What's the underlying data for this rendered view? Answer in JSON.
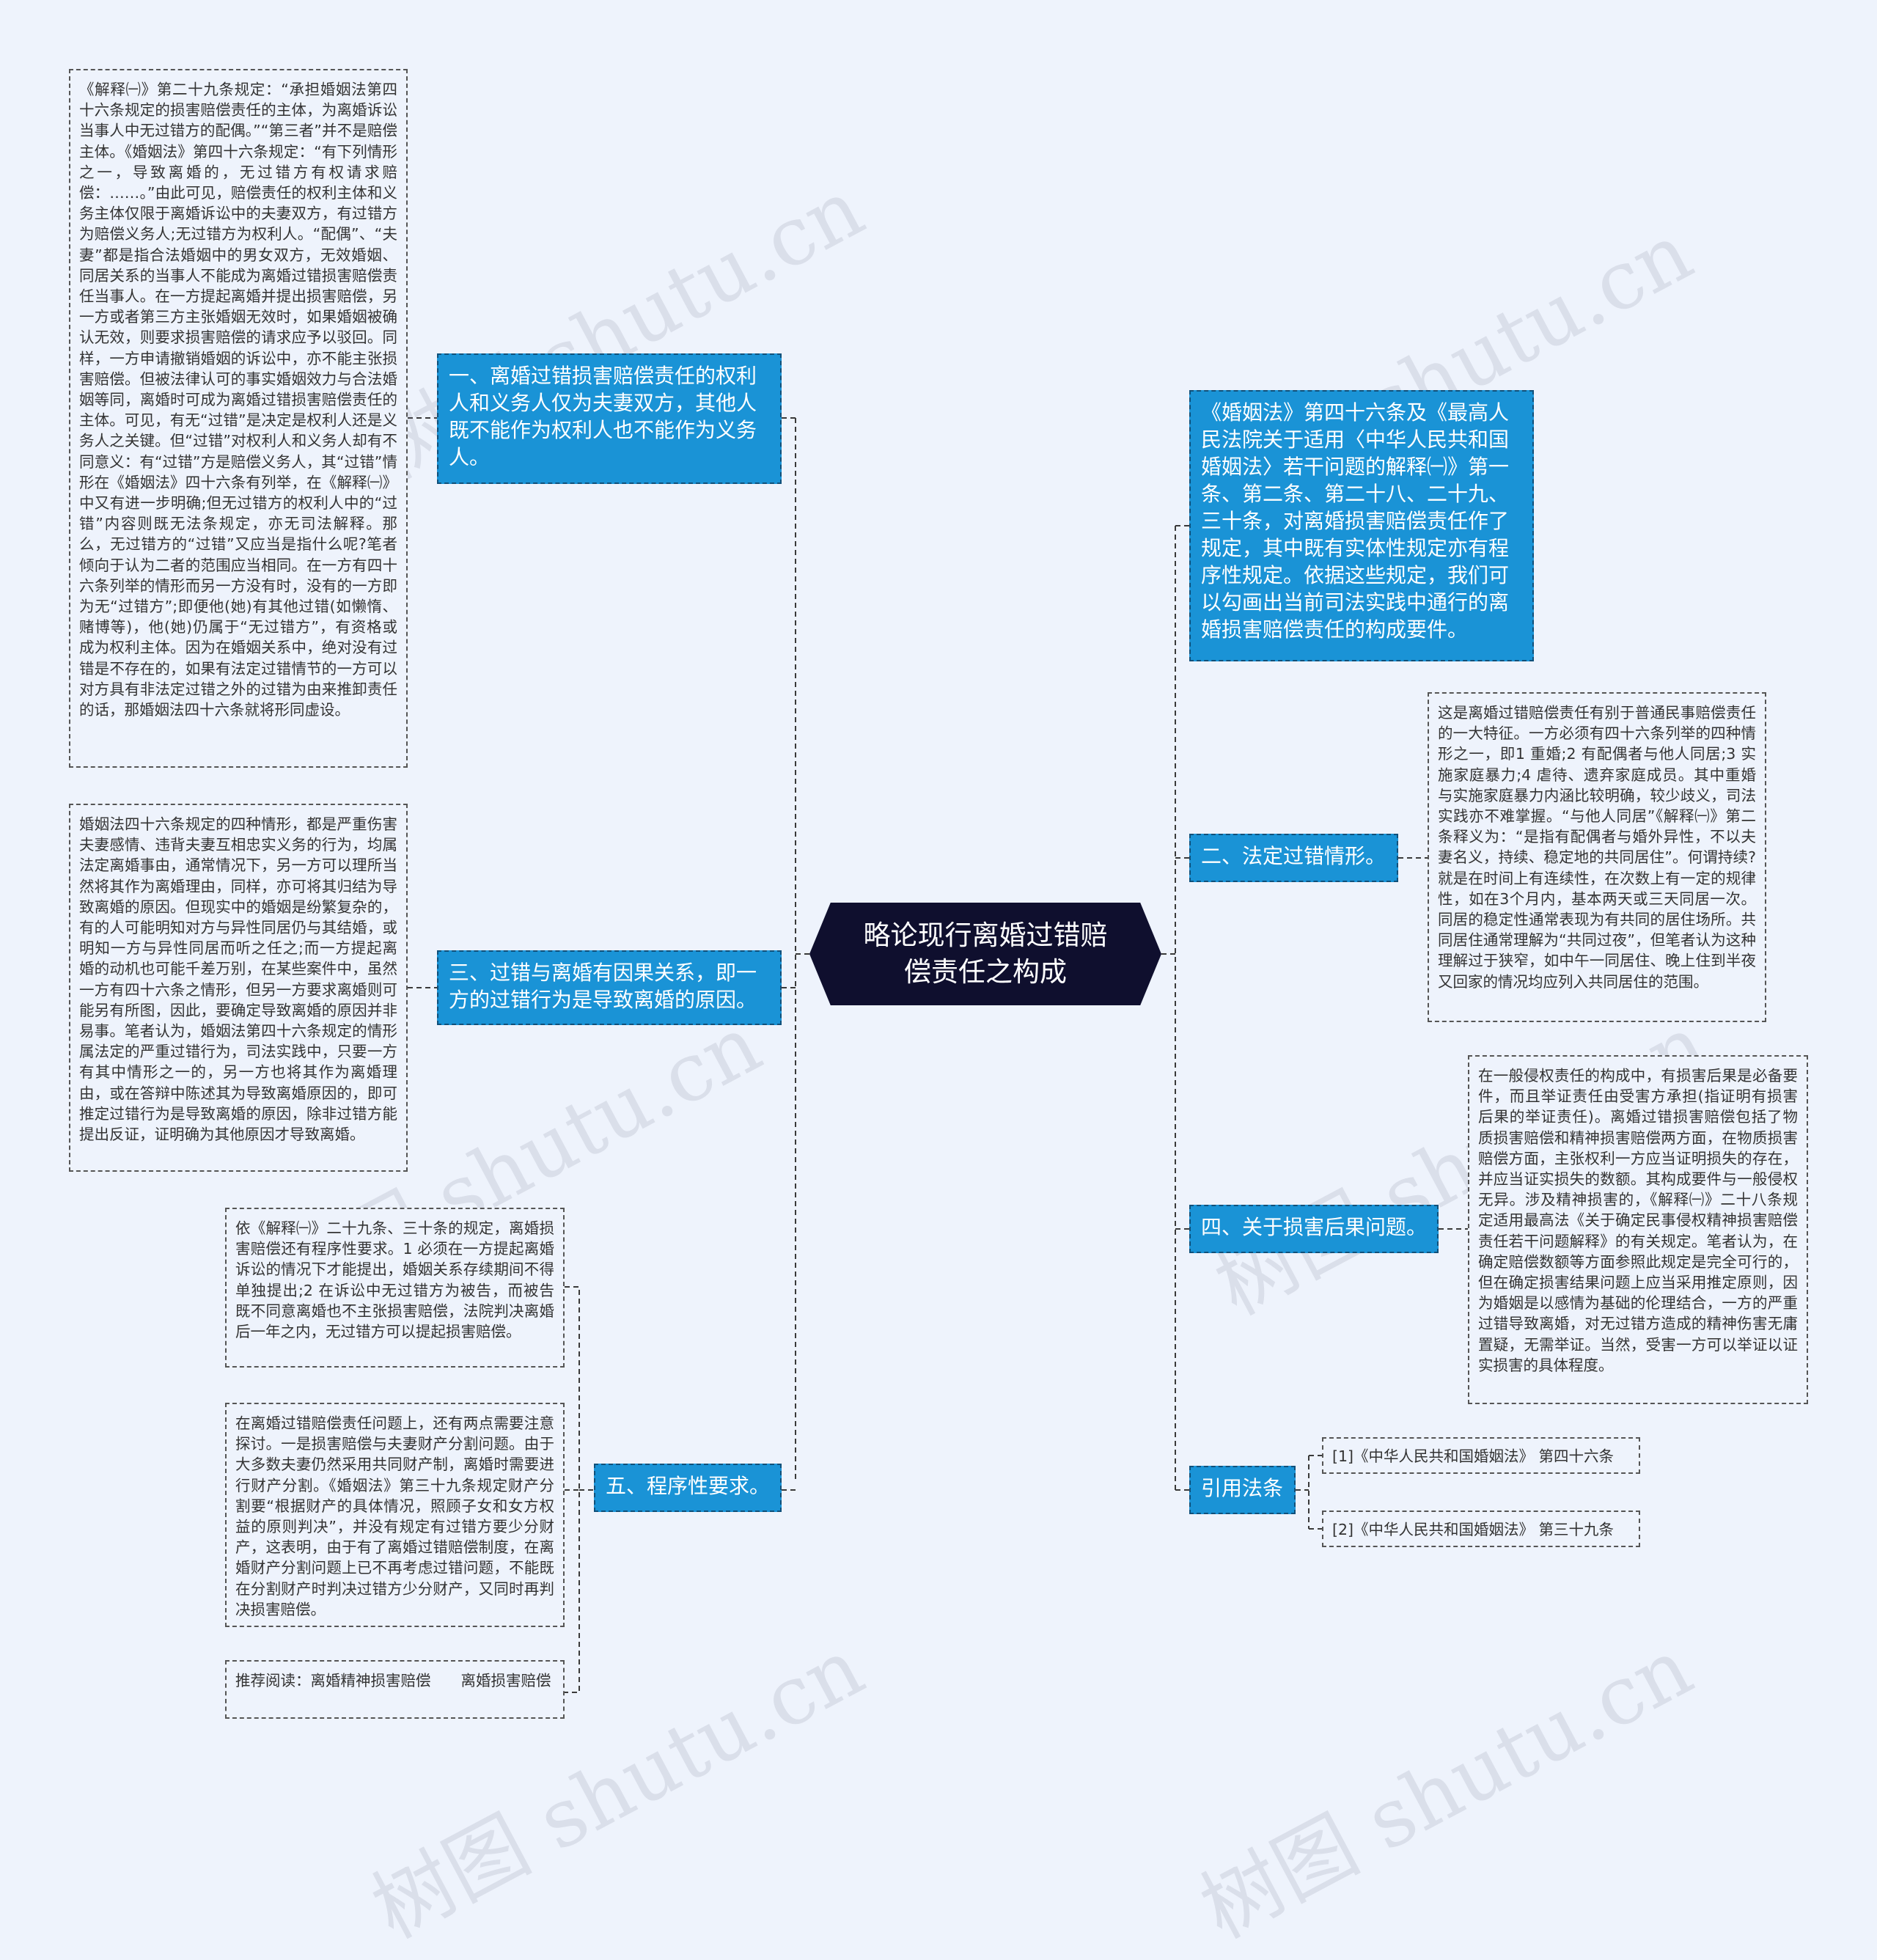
{
  "center": {
    "title": "略论现行离婚过错赔偿责任之构成"
  },
  "watermark": "树图 shutu.cn",
  "left_branches": [
    {
      "label": "一、离婚过错损害赔偿责任的权利人和义务人仅为夫妻双方，其他人既不能作为权利人也不能作为义务人。",
      "details": [
        "《解释㈠》第二十九条规定：“承担婚姻法第四十六条规定的损害赔偿责任的主体，为离婚诉讼当事人中无过错方的配偶。”“第三者”并不是赔偿主体。《婚姻法》第四十六条规定：“有下列情形之一，导致离婚的，无过错方有权请求赔偿：……。”由此可见，赔偿责任的权利主体和义务主体仅限于离婚诉讼中的夫妻双方，有过错方为赔偿义务人;无过错方为权利人。“配偶”、“夫妻”都是指合法婚姻中的男女双方，无效婚姻、同居关系的当事人不能成为离婚过错损害赔偿责任当事人。在一方提起离婚并提出损害赔偿，另一方或者第三方主张婚姻无效时，如果婚姻被确认无效，则要求损害赔偿的请求应予以驳回。同样，一方申请撤销婚姻的诉讼中，亦不能主张损害赔偿。但被法律认可的事实婚姻效力与合法婚姻等同，离婚时可成为离婚过错损害赔偿责任的主体。可见，有无“过错”是决定是权利人还是义务人之关键。但“过错”对权利人和义务人却有不同意义：有“过错”方是赔偿义务人，其“过错”情形在《婚姻法》四十六条有列举，在《解释㈠》中又有进一步明确;但无过错方的权利人中的“过错”内容则既无法条规定，亦无司法解释。那么，无过错方的“过错”又应当是指什么呢?笔者倾向于认为二者的范围应当相同。在一方有四十六条列举的情形而另一方没有时，没有的一方即为无“过错方”;即便他(她)有其他过错(如懒惰、赌博等)，他(她)仍属于“无过错方”，有资格或成为权利主体。因为在婚姻关系中，绝对没有过错是不存在的，如果有法定过错情节的一方可以对方具有非法定过错之外的过错为由来推卸责任的话，那婚姻法四十六条就将形同虚设。"
      ]
    },
    {
      "label": "三、过错与离婚有因果关系，即一方的过错行为是导致离婚的原因。",
      "details": [
        "婚姻法四十六条规定的四种情形，都是严重伤害夫妻感情、违背夫妻互相忠实义务的行为，均属法定离婚事由，通常情况下，另一方可以理所当然将其作为离婚理由，同样，亦可将其归结为导致离婚的原因。但现实中的婚姻是纷繁复杂的，有的人可能明知对方与异性同居仍与其结婚，或明知一方与异性同居而听之任之;而一方提起离婚的动机也可能千差万别，在某些案件中，虽然一方有四十六条之情形，但另一方要求离婚则可能另有所图，因此，要确定导致离婚的原因并非易事。笔者认为，婚姻法第四十六条规定的情形属法定的严重过错行为，司法实践中，只要一方有其中情形之一的，另一方也将其作为离婚理由，或在答辩中陈述其为导致离婚原因的，即可推定过错行为是导致离婚的原因，除非过错方能提出反证，证明确为其他原因才导致离婚。"
      ]
    },
    {
      "label": "五、程序性要求。",
      "details": [
        "依《解释㈠》二十九条、三十条的规定，离婚损害赔偿还有程序性要求。1 必须在一方提起离婚诉讼的情况下才能提出，婚姻关系存续期间不得单独提出;2 在诉讼中无过错方为被告，而被告既不同意离婚也不主张损害赔偿，法院判决离婚后一年之内，无过错方可以提起损害赔偿。",
        "在离婚过错赔偿责任问题上，还有两点需要注意探讨。一是损害赔偿与夫妻财产分割问题。由于大多数夫妻仍然采用共同财产制，离婚时需要进行财产分割。《婚姻法》第三十九条规定财产分割要“根据财产的具体情况，照顾子女和女方权益的原则判决”，并没有规定有过错方要少分财产，这表明，由于有了离婚过错赔偿制度，在离婚财产分割问题上已不再考虑过错问题，不能既在分割财产时判决过错方少分财产，又同时再判决损害赔偿。",
        "推荐阅读：离婚精神损害赔偿　　离婚损害赔偿"
      ]
    }
  ],
  "right_branches": [
    {
      "label": "《婚姻法》第四十六条及《最高人民法院关于适用〈中华人民共和国婚姻法〉若干问题的解释㈠》第一条、第二条、第二十八、二十九、三十条，对离婚损害赔偿责任作了规定，其中既有实体性规定亦有程序性规定。依据这些规定，我们可以勾画出当前司法实践中通行的离婚损害赔偿责任的构成要件。",
      "details": []
    },
    {
      "label": "二、法定过错情形。",
      "details": [
        "这是离婚过错赔偿责任有别于普通民事赔偿责任的一大特征。一方必须有四十六条列举的四种情形之一，即1 重婚;2 有配偶者与他人同居;3 实施家庭暴力;4 虐待、遗弃家庭成员。其中重婚与实施家庭暴力内涵比较明确，较少歧义，司法实践亦不难掌握。“与他人同居”《解释㈠》第二条释义为：“是指有配偶者与婚外异性，不以夫妻名义，持续、稳定地的共同居住”。何谓持续?就是在时间上有连续性，在次数上有一定的规律性，如在3个月内，基本两天或三天同居一次。同居的稳定性通常表现为有共同的居住场所。共同居住通常理解为“共同过夜”，但笔者认为这种理解过于狭窄，如中午一同居住、晚上住到半夜又回家的情况均应列入共同居住的范围。"
      ]
    },
    {
      "label": "四、关于损害后果问题。",
      "details": [
        "在一般侵权责任的构成中，有损害后果是必备要件，而且举证责任由受害方承担(指证明有损害后果的举证责任)。离婚过错损害赔偿包括了物质损害赔偿和精神损害赔偿两方面，在物质损害赔偿方面，主张权利一方应当证明损失的存在，并应当证实损失的数额。其构成要件与一般侵权无异。涉及精神损害的，《解释㈠》二十八条规定适用最高法《关于确定民事侵权精神损害赔偿责任若干问题解释》的有关规定。笔者认为，在确定赔偿数额等方面参照此规定是完全可行的，但在确定损害结果问题上应当采用推定原则，因为婚姻是以感情为基础的伦理结合，一方的严重过错导致离婚，对无过错方造成的精神伤害无庸置疑，无需举证。当然，受害一方可以举证以证实损害的具体程度。"
      ]
    },
    {
      "label": "引用法条",
      "details": [
        "[1]《中华人民共和国婚姻法》 第四十六条",
        "[2]《中华人民共和国婚姻法》 第三十九条"
      ]
    }
  ]
}
